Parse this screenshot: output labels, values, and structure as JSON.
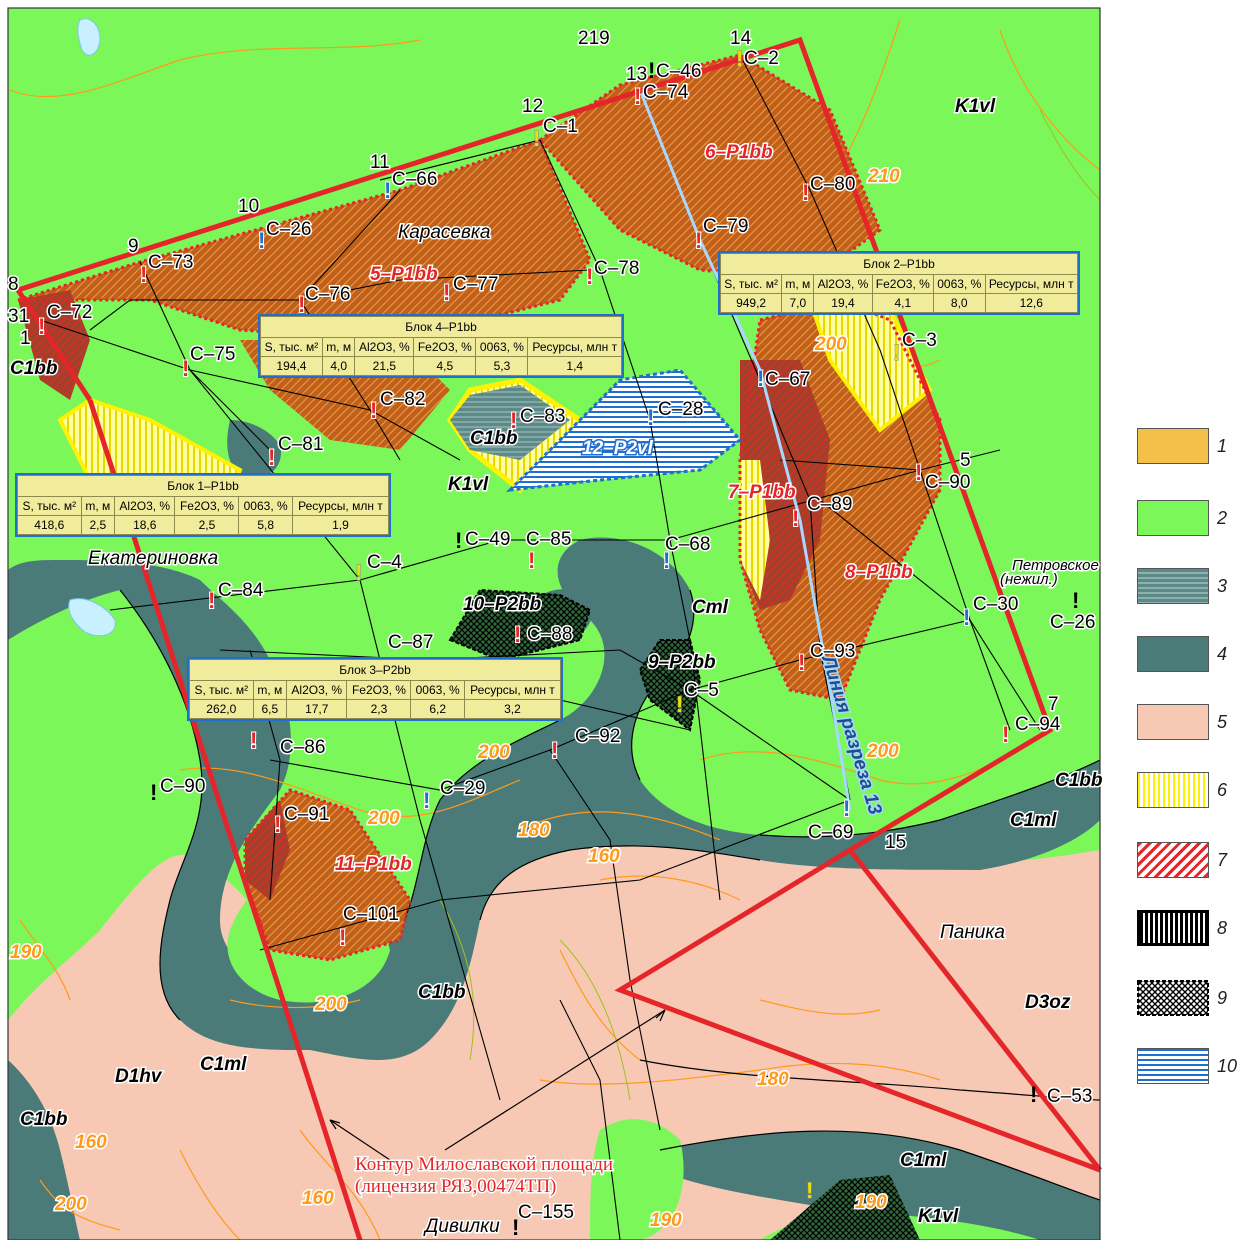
{
  "colors": {
    "background_green": "#7cf75a",
    "red_contour": "#e4262a",
    "dark_teal": "#4a7b79",
    "pink": "#f7c9b5",
    "yellow": "#fff200",
    "orange_block": "#c0601c",
    "blue_stripe": "#1e6fd0"
  },
  "map": {
    "contour_caption_1": "Контур Милославской площади",
    "contour_caption_2": "(лицензия РЯЗ,00474ТП)",
    "section_line_label": "Линия разреза 13",
    "places": {
      "karasevka": "Карасевка",
      "ekaterinovka": "Екатериновка",
      "petrovskoe_1": "Петровское",
      "petrovskoe_2": "(нежил.)",
      "panika": "Паника",
      "divilki": "Дивилки"
    },
    "vertices": [
      "8",
      "31",
      "1",
      "9",
      "10",
      "11",
      "12",
      "13",
      "14",
      "5",
      "7",
      "15",
      "219"
    ],
    "wells": [
      "С–72",
      "С–73",
      "С–26",
      "С–66",
      "С–1",
      "С–46",
      "С–74",
      "С–2",
      "С–80",
      "С–79",
      "С–78",
      "С–77",
      "С–76",
      "С–75",
      "С–82",
      "С–81",
      "С–83",
      "С–28",
      "С–67",
      "С–3",
      "С–90",
      "С–89",
      "С–49",
      "С–85",
      "С–68",
      "С–4",
      "С–84",
      "С–87",
      "С–88",
      "С–30",
      "С–26",
      "С–93",
      "С–5",
      "С–92",
      "С–94",
      "С–86",
      "С–90",
      "С–29",
      "С–91",
      "С–69",
      "С–101",
      "С–53",
      "С–155"
    ],
    "deposit_labels": [
      "5–P1bb",
      "6–P1bb",
      "7–P1bb",
      "8–P1bb",
      "9–P2bb",
      "10–P2bb",
      "11–P1bb",
      "12–P2vl"
    ],
    "geology_labels": [
      "K1vl",
      "C1bb",
      "C1ml",
      "Cml",
      "D3oz",
      "D1hv"
    ],
    "isolines": [
      "210",
      "200",
      "190",
      "180",
      "160"
    ]
  },
  "blocks": [
    {
      "title": "Блок 1–P1bb",
      "headers": [
        "S, тыс. м²",
        "m, м",
        "Al2O3, %",
        "Fe2O3, %",
        "0063, %",
        "Ресурсы, млн т"
      ],
      "values": [
        "418,6",
        "2,5",
        "18,6",
        "2,5",
        "5,8",
        "1,9"
      ]
    },
    {
      "title": "Блок 2–P1bb",
      "headers": [
        "S, тыс. м²",
        "m, м",
        "Al2O3, %",
        "Fe2O3, %",
        "0063, %",
        "Ресурсы, млн т"
      ],
      "values": [
        "949,2",
        "7,0",
        "19,4",
        "4,1",
        "8,0",
        "12,6"
      ]
    },
    {
      "title": "Блок 3–P2bb",
      "headers": [
        "S, тыс. м²",
        "m, м",
        "Al2O3, %",
        "Fe2O3, %",
        "0063, %",
        "Ресурсы, млн т"
      ],
      "values": [
        "262,0",
        "6,5",
        "17,7",
        "2,3",
        "6,2",
        "3,2"
      ]
    },
    {
      "title": "Блок 4–P1bb",
      "headers": [
        "S, тыс. м²",
        "m, м",
        "Al2O3, %",
        "Fe2O3, %",
        "0063, %",
        "Ресурсы, млн т"
      ],
      "values": [
        "194,4",
        "4,0",
        "21,5",
        "4,5",
        "5,3",
        "1,4"
      ]
    }
  ],
  "legend": [
    "1",
    "2",
    "3",
    "4",
    "5",
    "6",
    "7",
    "8",
    "9",
    "10"
  ]
}
